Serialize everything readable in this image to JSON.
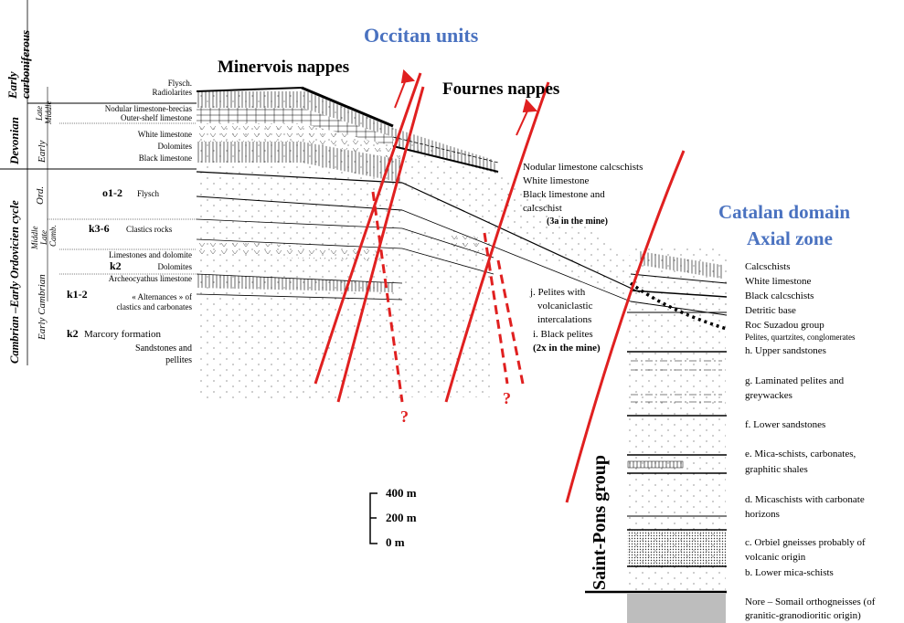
{
  "titles": {
    "occitan": "Occitan units",
    "minervois": "Minervois nappes",
    "fournes": "Fournes nappes",
    "catalan": "Catalan domain",
    "axial": "Axial zone",
    "saint_pons": "Saint-Pons group"
  },
  "periods": {
    "early_carboniferous": "Early carboniferous",
    "early_carb_line2": "carboniferous",
    "early": "Early",
    "devonian": "Devonian",
    "late_middle_1": "Late",
    "late_middle_2": "Middle",
    "early_dev": "Early",
    "cambrian_cycle": "Cambrian –Early Ordovicien cycle",
    "ord": "Ord.",
    "middle_late_camb_1": "Middle",
    "middle_late_camb_2": "Late",
    "middle_late_camb_3": "Camb.",
    "early_cambrian": "Early Cambrian"
  },
  "left_labels": {
    "flysch": "Flysch.",
    "radiolarites": "Radiolarites",
    "nodular": "Nodular limestone-brecias",
    "outer_shelf": "Outer-shelf limestone",
    "white_limestone": "White limestone",
    "dolomites": "Dolomites",
    "black_limestone": "Black limestone",
    "o12_code": "o1-2",
    "o12_text": "Flysch",
    "k36_code": "k3-6",
    "k36_text": "Clastics rocks",
    "lim_dol": "Limestones and dolomite",
    "k2a_code": "k2",
    "k2a_text": "Dolomites",
    "archeo": "Archeocyathus limestone",
    "k12_code": "k1-2",
    "k12_text_1": "« Alternances » of",
    "k12_text_2": "clastics and carbonates",
    "k2b_code": "k2",
    "k2b_text": "Marcory formation",
    "sandstones": "Sandstones and",
    "pellites": "pellites"
  },
  "middle_labels": {
    "nodular_calc": "Nodular limestone calcschists",
    "white_lime": "White limestone",
    "black_lime": "Black limestone and",
    "calcschist": "calcschist",
    "mine_3a": "(3a in the mine)",
    "pelites_j1": "j. Pelites with",
    "pelites_j2": "volcaniclastic",
    "pelites_j3": "intercalations",
    "black_pelites": "i. Black pelites",
    "mine_2x": "(2x in the mine)"
  },
  "right_labels": {
    "calcschists": "Calcschists",
    "white_limestone": "White limestone",
    "black_calcschists": "Black calcschists",
    "detritic": "Detritic base",
    "roc": "Roc Suzadou group",
    "roc_sub": "Pelites, quartzites, conglomerates",
    "h": "h. Upper sandstones",
    "g1": "g. Laminated pelites and",
    "g2": "greywackes",
    "f": "f. Lower sandstones",
    "e1": "e. Mica-schists, carbonates,",
    "e2": "graphitic shales",
    "d1": "d. Micaschists with carbonate",
    "d2": "horizons",
    "c1": "c. Orbiel gneisses probably of",
    "c2": "volcanic origin",
    "b": "b. Lower mica-schists",
    "nore1": "Nore – Somail orthogneisses (of",
    "nore2": "granitic-granodioritic origin)"
  },
  "scale": {
    "s400": "400 m",
    "s200": "200 m",
    "s0": "0 m"
  },
  "question_marks": [
    "?",
    "?"
  ],
  "colors": {
    "title_blue": "#4a72c0",
    "fault_red": "#e02020",
    "black": "#000000",
    "gneiss_gray": "#bdbdbd"
  }
}
